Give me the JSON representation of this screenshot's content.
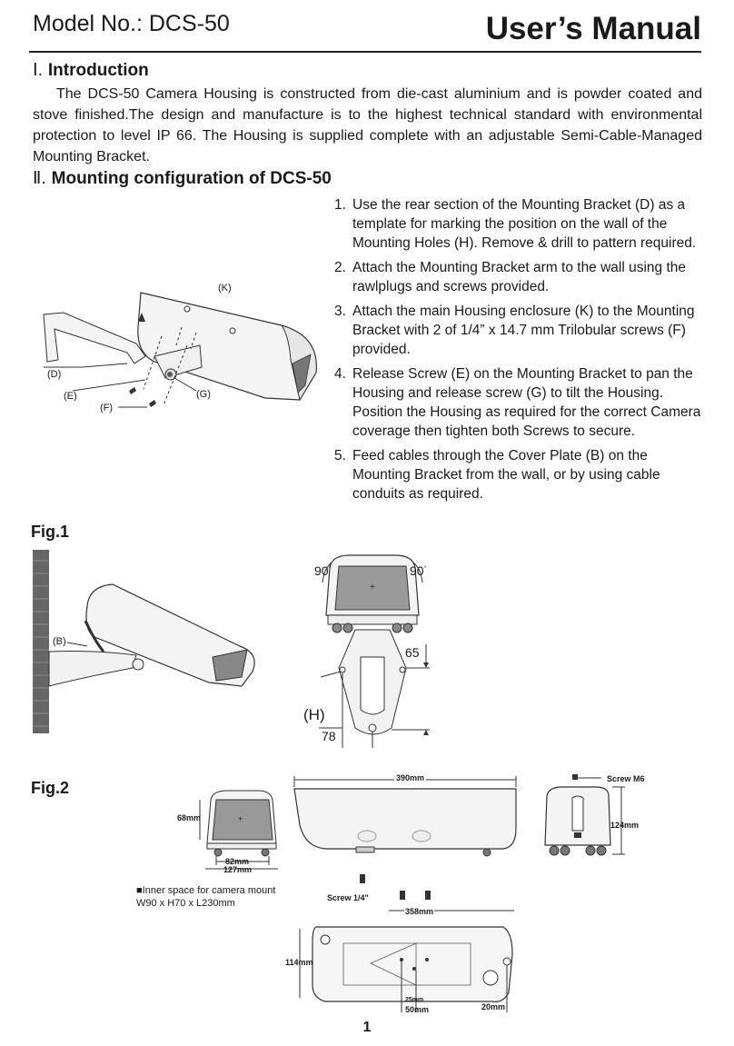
{
  "header": {
    "model_label": "Model No.:  DCS-50",
    "manual_title": "User’s Manual"
  },
  "intro": {
    "number": "Ⅰ.",
    "heading": "Introduction",
    "text": "The DCS-50 Camera Housing is constructed from die-cast aluminium and is powder coated and stove finished.The design and manufacture is to the highest technical standard with environmental protection to level IP 66.  The Housing is supplied complete with an adjustable Semi-Cable-Managed Mounting Bracket."
  },
  "mounting": {
    "number": "Ⅱ.",
    "heading": "Mounting configuration of  DCS-50",
    "steps": [
      {
        "n": "1.",
        "text": "Use the rear section of the Mounting Bracket (D) as a template for marking the position on the wall of the Mounting Holes (H). Remove & drill to pattern required."
      },
      {
        "n": "2.",
        "text": "Attach the Mounting Bracket arm to the wall using the rawlplugs and screws provided."
      },
      {
        "n": "3.",
        "text": "Attach the main Housing enclosure (K) to the Mounting Bracket with 2 of 1/4” x 14.7 mm Trilobular screws (F) provided."
      },
      {
        "n": "4.",
        "text": "Release Screw (E) on the Mounting Bracket to pan the Housing and release screw (G) to tilt the Housing. Position the Housing as required for the correct Camera coverage then tighten both Screws to secure."
      },
      {
        "n": "5.",
        "text": "Feed cables through the Cover Plate (B) on the Mounting Bracket from the wall, or by using cable conduits as required."
      }
    ]
  },
  "diagram1": {
    "k": "(K)",
    "d": "(D)",
    "e": "(E)",
    "f": "(F)",
    "g": "(G)"
  },
  "fig1": {
    "title": "Fig.1",
    "b": "(B)",
    "angle_left": "90",
    "angle_right": "90",
    "deg": "°",
    "dim_65": "65",
    "h": "(H)",
    "dim_78": "78"
  },
  "fig2": {
    "title": "Fig.2",
    "front": {
      "h": "68mm",
      "w1": "82mm",
      "w2": "127mm"
    },
    "side": {
      "len": "390mm"
    },
    "rear": {
      "screw": "Screw  M6",
      "h": "124mm"
    },
    "bottom": {
      "screw": "Screw 1/4\"",
      "len": "358mm",
      "w": "114mm",
      "d1": "25mm",
      "d2": "50mm",
      "d3": "20mm"
    },
    "note_line1": "Inner space for camera mount",
    "note_line2": "W90 x H70 x L230mm"
  },
  "page_number": "1",
  "colors": {
    "text": "#1a1a1a",
    "housing": "#f2f2f2",
    "window": "#9a9a9a",
    "wall": "#555555"
  }
}
